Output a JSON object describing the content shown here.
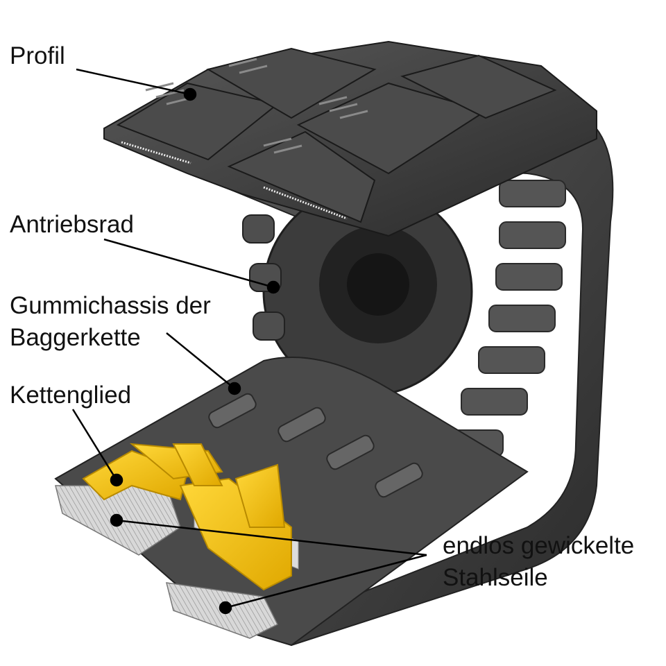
{
  "diagram": {
    "subject": "Gummikette (rubber excavator track) cutaway illustration",
    "colors": {
      "rubber": "#3a3a3a",
      "rubber_light": "#6a6a6a",
      "chain_link": "#f2c014",
      "steel_cable": "#cfcfcf",
      "callout": "#000000",
      "background": "#ffffff"
    },
    "labels": [
      {
        "id": "profil",
        "text": "Profil"
      },
      {
        "id": "antriebsrad",
        "text": "Antriebsrad"
      },
      {
        "id": "gummichassis_1",
        "text": "Gummichassis der"
      },
      {
        "id": "gummichassis_2",
        "text": "Baggerkette"
      },
      {
        "id": "kettenglied",
        "text": "Kettenglied"
      },
      {
        "id": "stahlseile_1",
        "text": "endlos gewickelte"
      },
      {
        "id": "stahlseile_2",
        "text": "Stahlseile"
      }
    ]
  }
}
